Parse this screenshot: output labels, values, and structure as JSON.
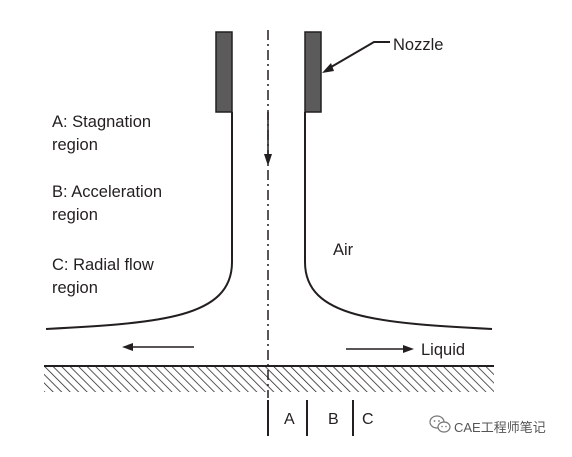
{
  "labels": {
    "nozzle": "Nozzle",
    "air": "Air",
    "liquid": "Liquid"
  },
  "legend": [
    {
      "line1": "A: Stagnation",
      "line2": "region"
    },
    {
      "line1": "B: Acceleration",
      "line2": "region"
    },
    {
      "line1": "C: Radial flow",
      "line2": "region"
    }
  ],
  "zones": [
    "A",
    "B",
    "C"
  ],
  "watermark": {
    "text": "CAE工程师笔记",
    "icon": "wechat-icon"
  },
  "colors": {
    "ink": "#231f20",
    "nozzle_fill": "#5b5b5b",
    "watermark": "#555555"
  }
}
